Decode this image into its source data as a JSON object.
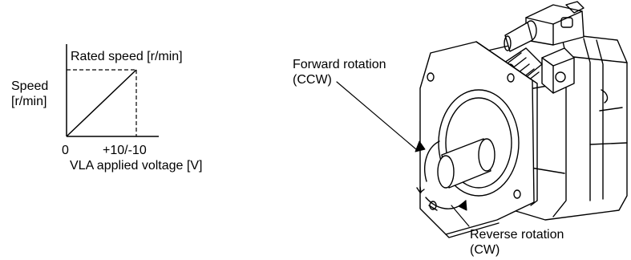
{
  "graph": {
    "title": "Rated speed [r/min]",
    "y_label_line1": "Speed",
    "y_label_line2": "[r/min]",
    "x_origin": "0",
    "x_max": "+10/-10",
    "x_label": "VLA applied voltage [V]"
  },
  "motor": {
    "forward_line1": "Forward rotation",
    "forward_line2": "(CCW)",
    "reverse_line1": "Reverse rotation",
    "reverse_line2": "(CW)"
  }
}
